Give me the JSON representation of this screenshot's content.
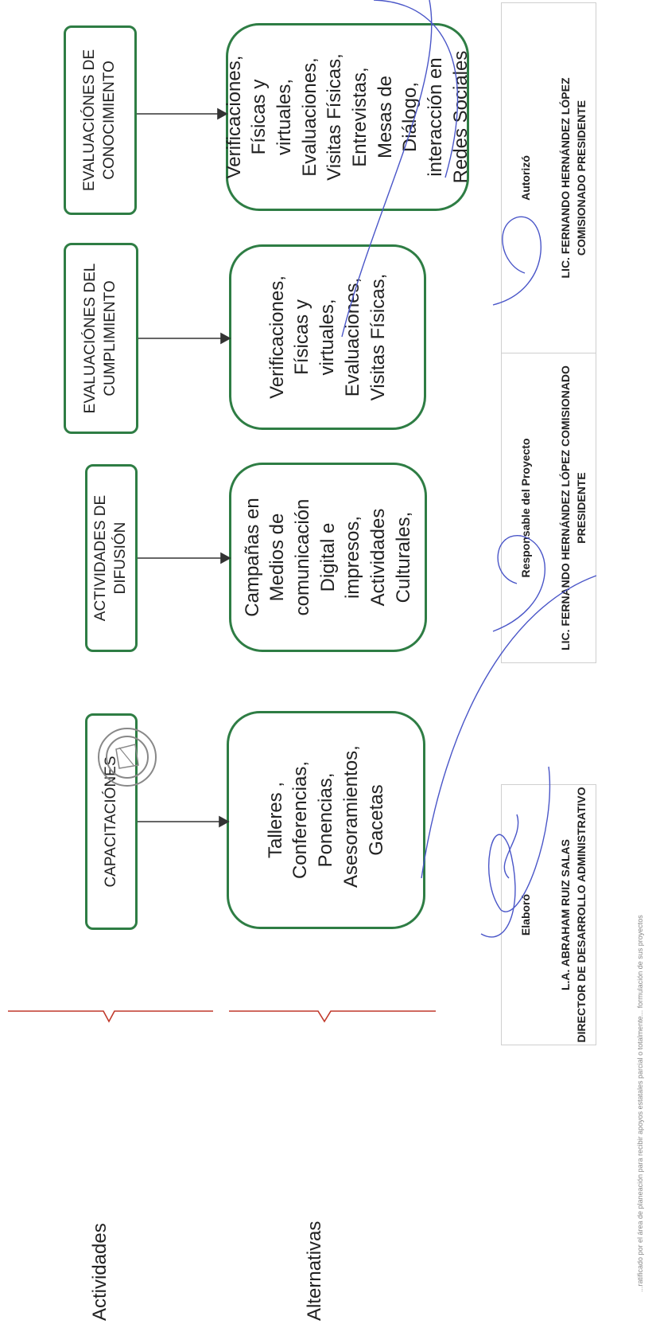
{
  "row_labels": {
    "activities": "Actividades",
    "alternatives": "Alternativas"
  },
  "diagram": {
    "top_boxes": [
      "CAPACITACIÓNES",
      "ACTIVIDADES DE DIFUSIÓN",
      "EVALUACIÓNES DEL CUMPLIMIENTO",
      "EVALUACIÓNES DE CONOCIMIENTO"
    ],
    "bottom_boxes": [
      "Talleres , Conferencias, Ponencias, Asesoramientos, Gacetas",
      "Campañas en Medios de comunicación Digital e impresos, Actividades Culturales,",
      "Verificaciones, Físicas y virtuales, Evaluaciones, Visitas Físicas,",
      "Verificaciones, Físicas y virtuales, Evaluaciones, Visitas Físicas, Entrevistas, Mesas de Diálogo, interacción en Redes Sociales"
    ]
  },
  "signatures": {
    "elaboro": {
      "heading": "Elaboró",
      "name": "L.A. ABRAHAM RUIZ SALAS",
      "role": "DIRECTOR DE DESARROLLO ADMINISTRATIVO"
    },
    "responsable": {
      "heading": "Responsable del Proyecto",
      "name": "LIC. FERNANDO HERNÁNDEZ LÓPEZ COMISIONADO",
      "role": "PRESIDENTE"
    },
    "autorizo": {
      "heading": "Autorizó",
      "name": "LIC. FERNANDO HERNÁNDEZ LÓPEZ",
      "role": "COMISIONADO PRESIDENTE"
    }
  },
  "footnote": "...ratificado por el área de planeación para recibir apoyos estatales parcial o totalmente... formulación de sus proyectos",
  "colors": {
    "box_border": "#2e7d44",
    "brace": "#c0392b",
    "ink": "#4a56c8",
    "arrow": "#333333"
  }
}
